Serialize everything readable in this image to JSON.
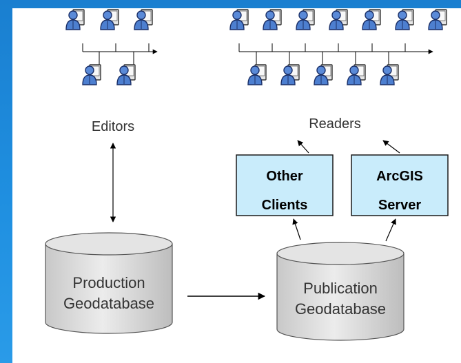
{
  "groups": {
    "editors": "Editors",
    "readers": "Readers"
  },
  "boxes": {
    "other_clients": {
      "line1": "Other",
      "line2": "Clients"
    },
    "arcgis_server": {
      "line1": "ArcGIS",
      "line2": "Server"
    }
  },
  "databases": {
    "production": {
      "line1": "Production",
      "line2": "Geodatabase"
    },
    "publication": {
      "line1": "Publication",
      "line2": "Geodatabase"
    }
  },
  "colors": {
    "background": "#1f8fe0",
    "box_fill": "#c9ecfb",
    "user_fill": "#4d7fd0",
    "cylinder_fill": "#dcdcdc"
  }
}
